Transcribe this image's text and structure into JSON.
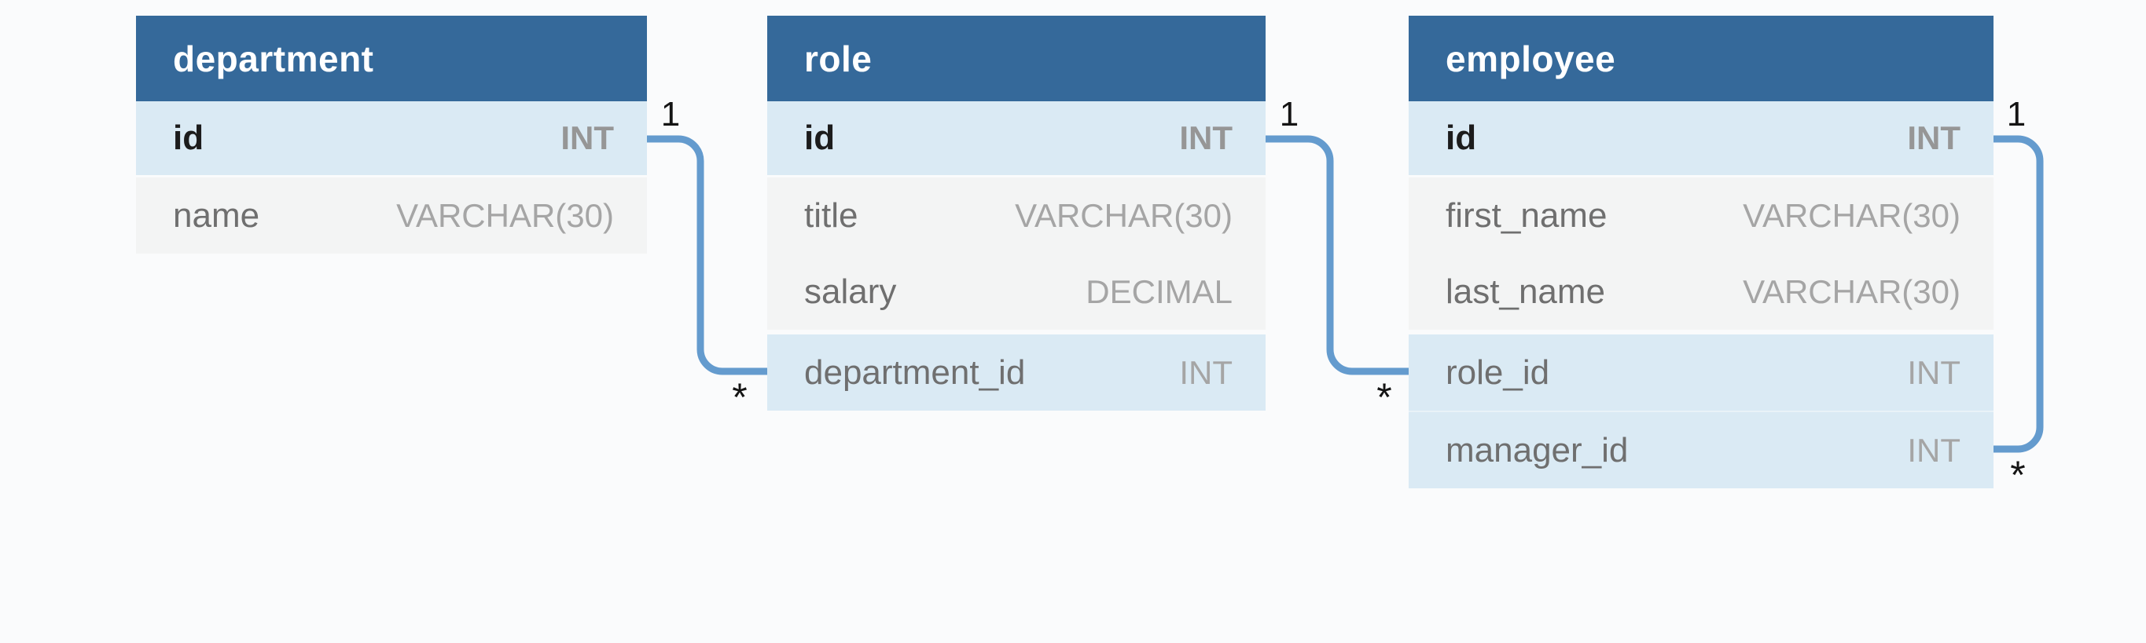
{
  "diagram": {
    "colors": {
      "background": "#fafbfc",
      "table_header": "#35699a",
      "key_row": "#daeaf4",
      "row": "#f3f4f4",
      "connector": "#649bce"
    },
    "tables": [
      {
        "name": "department",
        "columns": [
          {
            "name": "id",
            "type": "INT",
            "key": true
          },
          {
            "name": "name",
            "type": "VARCHAR(30)",
            "key": false
          }
        ]
      },
      {
        "name": "role",
        "columns": [
          {
            "name": "id",
            "type": "INT",
            "key": true
          },
          {
            "name": "title",
            "type": "VARCHAR(30)",
            "key": false
          },
          {
            "name": "salary",
            "type": "DECIMAL",
            "key": false
          },
          {
            "name": "department_id",
            "type": "INT",
            "key": true
          }
        ]
      },
      {
        "name": "employee",
        "columns": [
          {
            "name": "id",
            "type": "INT",
            "key": true
          },
          {
            "name": "first_name",
            "type": "VARCHAR(30)",
            "key": false
          },
          {
            "name": "last_name",
            "type": "VARCHAR(30)",
            "key": false
          },
          {
            "name": "role_id",
            "type": "INT",
            "key": true
          },
          {
            "name": "manager_id",
            "type": "INT",
            "key": true
          }
        ]
      }
    ],
    "relationships": [
      {
        "from": "department.id",
        "to": "role.department_id",
        "from_label": "1",
        "to_label": "*"
      },
      {
        "from": "role.id",
        "to": "employee.role_id",
        "from_label": "1",
        "to_label": "*"
      },
      {
        "from": "employee.id",
        "to": "employee.manager_id",
        "from_label": "1",
        "to_label": "*"
      }
    ]
  }
}
